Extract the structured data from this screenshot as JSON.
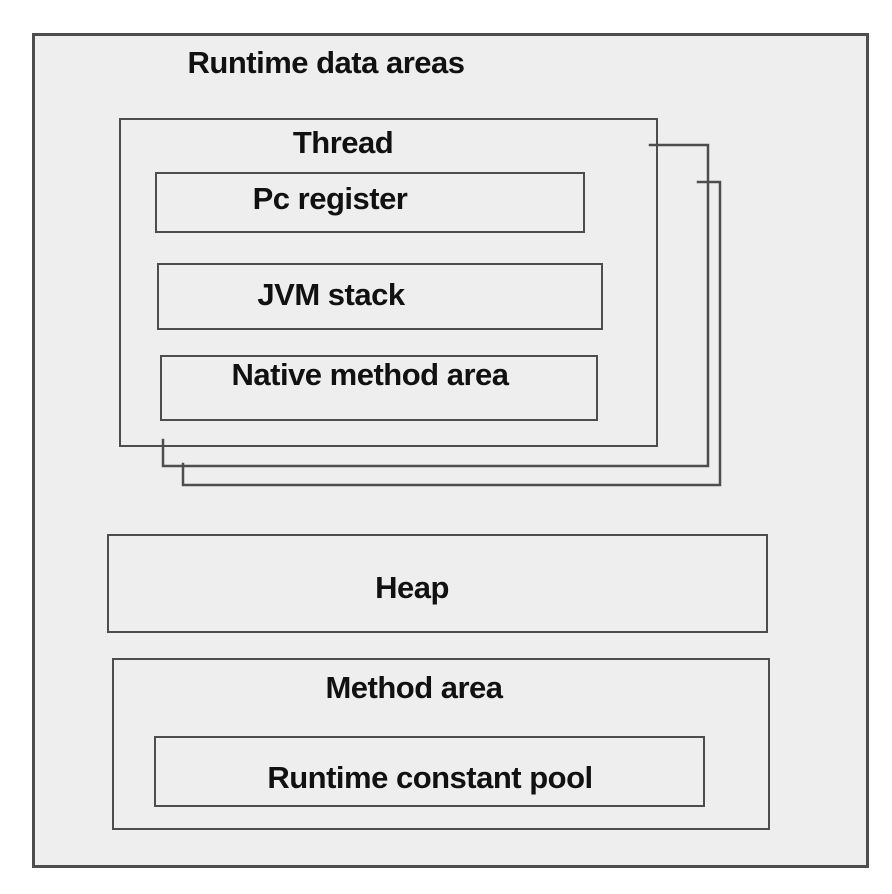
{
  "diagram": {
    "title": "Runtime data areas",
    "thread": {
      "label": "Thread",
      "stacked_copies": 3,
      "children": [
        {
          "label": "Pc register"
        },
        {
          "label": "JVM stack"
        },
        {
          "label": "Native method area"
        }
      ]
    },
    "heap": {
      "label": "Heap"
    },
    "method_area": {
      "label": "Method area",
      "child": {
        "label": "Runtime constant pool"
      }
    }
  },
  "colors": {
    "page_background": "#ffffff",
    "panel_fill": "#eeeeee",
    "border": "#4d4d4d",
    "text": "#111111"
  }
}
